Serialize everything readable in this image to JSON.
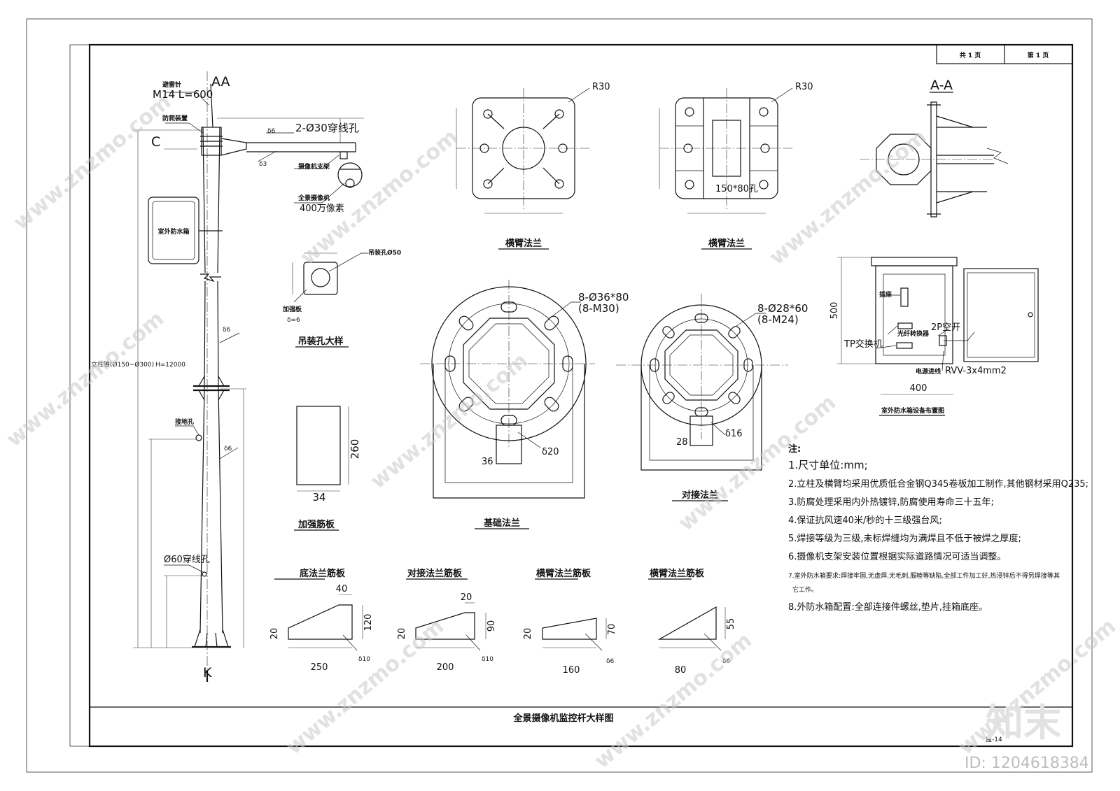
{
  "sheet": {
    "total_pages": "共 1 页",
    "page_no": "第 1 页",
    "title": "全景摄像机监控杆大样图",
    "drawing_no": "监-14"
  },
  "pole": {
    "lbl_AA": "AA",
    "lbl_C": "C",
    "lbl_K": "K",
    "lightning_rod": "避雷针",
    "lightning_spec": "M14 L=600",
    "anti_climb": "防爬装置",
    "t6_top": "δ6",
    "arm_holes": "2-Ø30穿线孔",
    "t3": "δ3",
    "cam_bracket": "摄像机支架",
    "cam_name": "全景摄像机",
    "cam_res": "400万像素",
    "box_label": "室外防水箱",
    "t6_mid": "δ6",
    "pole_spec": "立柱锥(Ø150~Ø300)",
    "pole_height": "H=12000",
    "ground_hole": "接地孔",
    "t6_low": "δ6",
    "wire_hole": "Ø60穿线孔"
  },
  "hoist": {
    "hole": "吊装孔Ø50",
    "plate": "加强板",
    "thick": "δ=6",
    "title": "吊装孔大样"
  },
  "arm_flange1": {
    "radius": "R30",
    "title": "横臂法兰"
  },
  "arm_flange2": {
    "radius": "R30",
    "size": "150*80孔",
    "title": "横臂法兰"
  },
  "section_AA": {
    "title": "A-A"
  },
  "base_flange": {
    "holes": "8-Ø36*80",
    "bolts": "(8-M30)",
    "rib": "δ20",
    "dim": "36",
    "title": "基础法兰"
  },
  "joint_flange": {
    "holes": "8-Ø28*60",
    "bolts": "(8-M24)",
    "rib": "δ16",
    "dim": "28",
    "title": "对接法兰"
  },
  "stiffener": {
    "h": "260",
    "w": "34",
    "title": "加强筋板"
  },
  "waterbox": {
    "h": "500",
    "w": "400",
    "socket": "插座",
    "converter": "光纤转换器",
    "switch": "TP交换机",
    "breaker": "2P空开",
    "cable_tag": "电源进线",
    "cable": "RVV-3x4mm2",
    "title": "室外防水箱设备布置图"
  },
  "ribs": [
    {
      "title": "底法兰筋板",
      "top": "40",
      "h": "120",
      "side": "20",
      "base": "250",
      "t": "δ10"
    },
    {
      "title": "对接法兰筋板",
      "top": "20",
      "h": "90",
      "side": "20",
      "base": "200",
      "t": "δ10"
    },
    {
      "title": "横臂法兰筋板",
      "h": "70",
      "side": "20",
      "base": "160",
      "t": "δ6"
    },
    {
      "title": "横臂法兰筋板",
      "h": "55",
      "base": "80",
      "t": "δ6"
    }
  ],
  "notes": {
    "title": "注:",
    "items": [
      "1.尺寸单位:mm;",
      "2.立柱及横臂均采用优质低合金钢Q345卷板加工制作,其他钢材采用Q235;",
      "3.防腐处理采用内外热镀锌,防腐使用寿命三十五年;",
      "4.保证抗风速40米/秒的十三级强台风;",
      "5.焊接等级为三级,未标焊缝均为满焊且不低于被焊之厚度;",
      "6.摄像机支架安装位置根据实际道路情况可适当调整。",
      "7.室外防水箱要求:焊接牢固,无虚焊,无毛刺,服睦等缺陷,全部工件加工好,热浸锌后不得另焊接等其",
      "它工作。",
      "8.外防水箱配置:全部连接件螺丝,垫片,挂箱底座。"
    ]
  },
  "watermark": {
    "site": "www.znzmo.com",
    "brand": "知末",
    "id": "ID: 1204618384"
  }
}
